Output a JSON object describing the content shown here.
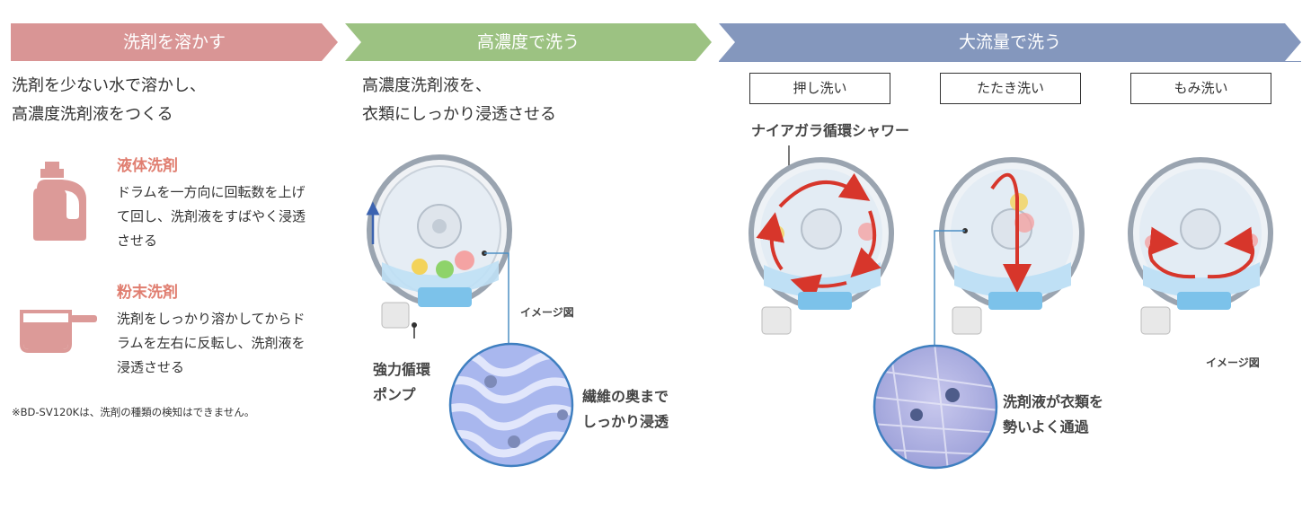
{
  "steps": [
    {
      "label": "洗剤を溶かす",
      "color": "#d99595"
    },
    {
      "label": "高濃度で洗う",
      "color": "#9cc282"
    },
    {
      "label": "大流量で洗う",
      "color": "#8497bd"
    }
  ],
  "dissolve": {
    "lead": [
      "洗剤を少ない水で溶かし、",
      "高濃度洗剤液をつくる"
    ],
    "liquid": {
      "title": "液体洗剤",
      "text": "ドラムを一方向に回転数を上げて回し、洗剤液をすばやく浸透させる"
    },
    "powder": {
      "title": "粉末洗剤",
      "text": "洗剤をしっかり溶かしてからドラムを左右に反転し、洗剤液を浸透させる"
    },
    "note": "※BD-SV120Kは、洗剤の種類の検知はできません。"
  },
  "concentrate": {
    "lead": [
      "高濃度洗剤液を、",
      "衣類にしっかり浸透させる"
    ],
    "pump_label": [
      "強力循環",
      "ポンプ"
    ],
    "image_note": "イメージ図",
    "fiber_label": [
      "繊維の奥まで",
      "しっかり浸透"
    ]
  },
  "flow": {
    "modes": [
      "押し洗い",
      "たたき洗い",
      "もみ洗い"
    ],
    "shower_label": "ナイアガラ循環シャワー",
    "image_note": "イメージ図",
    "pass_label": [
      "洗剤液が衣類を",
      "勢いよく通過"
    ]
  },
  "colors": {
    "accent_red": "#e07e70",
    "arrow_red": "#d7362b",
    "icon_pink": "#dc9a98"
  }
}
